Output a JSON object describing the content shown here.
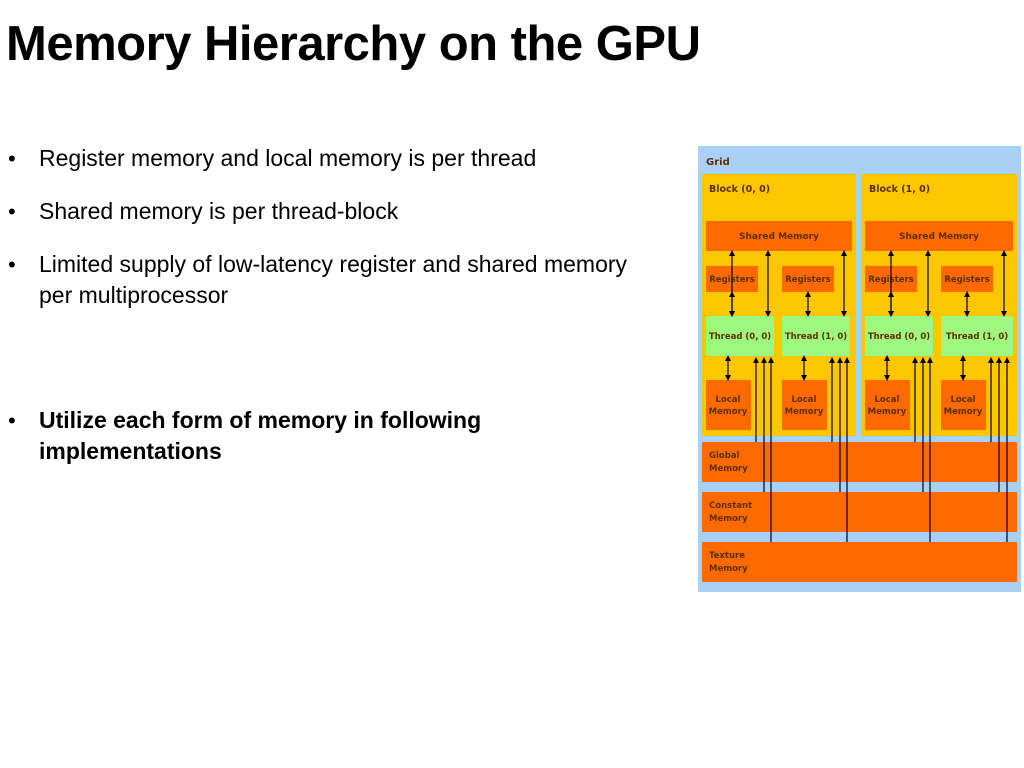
{
  "slide": {
    "title": "Memory Hierarchy on the GPU",
    "bullets": [
      {
        "text": "Register memory and local memory is per thread",
        "bold": false
      },
      {
        "text": "Shared memory is per thread-block",
        "bold": false
      },
      {
        "text": "Limited supply of low-latency register and shared memory per multiprocessor",
        "bold": false
      },
      {
        "text": "Utilize each form of memory in following implementations",
        "bold": true
      }
    ],
    "bullet_char": "•"
  },
  "diagram": {
    "grid_label": "Grid",
    "blocks": [
      {
        "label": "Block (0, 0)",
        "shared_memory": "Shared Memory",
        "registers": [
          "Registers",
          "Registers"
        ],
        "threads": [
          "Thread (0, 0)",
          "Thread (1, 0)"
        ],
        "local_memory": [
          "Local Memory",
          "Local Memory"
        ]
      },
      {
        "label": "Block (1, 0)",
        "shared_memory": "Shared Memory",
        "registers": [
          "Registers",
          "Registers"
        ],
        "threads": [
          "Thread (0, 0)",
          "Thread (1, 0)"
        ],
        "local_memory": [
          "Local Memory",
          "Local Memory"
        ]
      }
    ],
    "global_memory": "Global Memory",
    "constant_memory": "Constant Memory",
    "texture_memory": "Texture Memory",
    "colors": {
      "grid_bg": "#a9d1f5",
      "block_bg": "#fdc700",
      "memory": "#ff6a00",
      "thread": "#9ef77f",
      "text": "#5a3000",
      "arrow": "#000000"
    }
  }
}
